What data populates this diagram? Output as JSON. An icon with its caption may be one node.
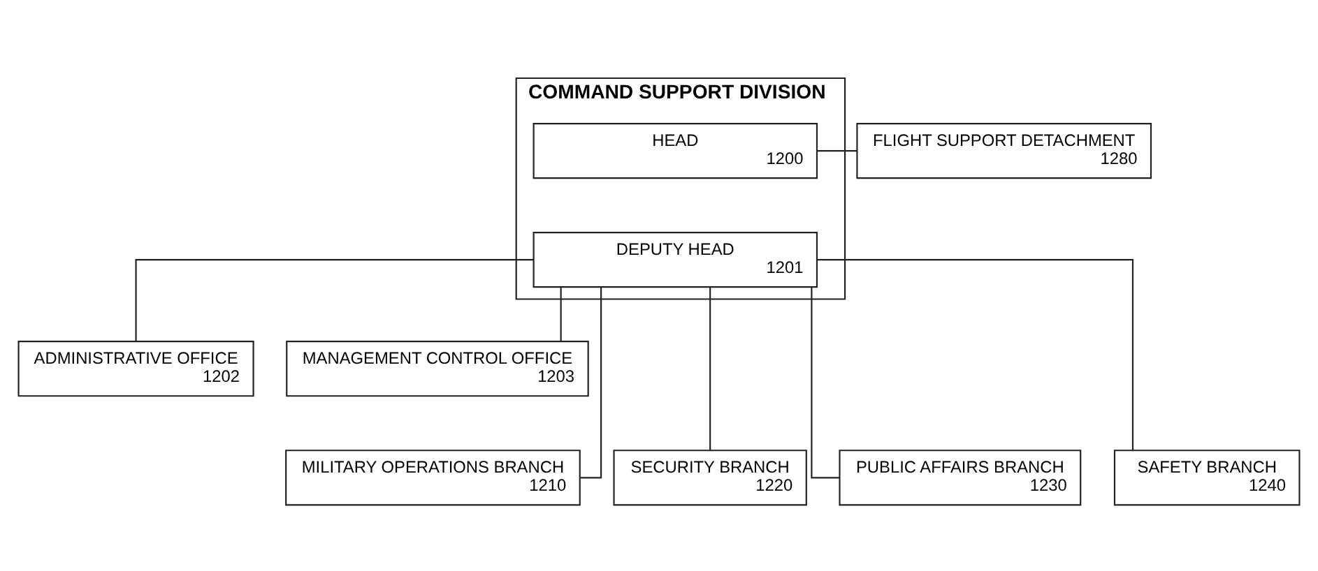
{
  "diagram": {
    "nodes": [
      {
        "text": [
          "COMMAND SUPPORT DIVISION"
        ]
      },
      {
        "text": [
          "HEAD",
          "1200"
        ],
        "in": 0
      },
      {
        "text": [
          "DEPUTY HEAD",
          "1201"
        ],
        "in": 0
      },
      {
        "text": [
          "FLIGHT SUPPORT DETACHMENT",
          "1280"
        ]
      },
      {
        "text": [
          "ADMINISTRATIVE OFFICE",
          "1202"
        ]
      },
      {
        "text": [
          "MANAGEMENT CONTROL OFFICE",
          "1203"
        ]
      },
      {
        "text": [
          "MILITARY OPERATIONS BRANCH",
          "1210"
        ]
      },
      {
        "text": [
          "SECURITY BRANCH",
          "1220"
        ]
      },
      {
        "text": [
          "PUBLIC AFFAIRS BRANCH",
          "1230"
        ]
      },
      {
        "text": [
          "SAFETY BRANCH",
          "1240"
        ]
      }
    ],
    "edges": [
      {
        "from": 1,
        "to": 3,
        "arrow": "none"
      },
      {
        "from": 2,
        "to": 4,
        "arrow": "none"
      },
      {
        "from": 2,
        "to": 5,
        "arrow": "none"
      },
      {
        "from": 2,
        "to": 6,
        "arrow": "none"
      },
      {
        "from": 2,
        "to": 7,
        "arrow": "none"
      },
      {
        "from": 2,
        "to": 8,
        "arrow": "none"
      },
      {
        "from": 2,
        "to": 9,
        "arrow": "none"
      }
    ]
  }
}
